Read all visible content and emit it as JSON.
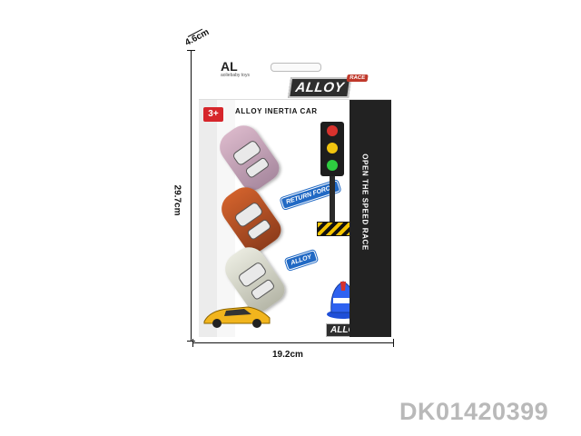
{
  "dimensions": {
    "depth": "4.6cm",
    "height": "29.7cm",
    "width": "19.2cm"
  },
  "sku": "DK01420399",
  "package": {
    "brand_mark": "AL",
    "brand_sub": "aoliebaby toys",
    "logo_word": "ALLOY",
    "logo_badge": "RACE",
    "age": "3+",
    "title": "ALLOY INERTIA CAR",
    "side_text": "OPEN THE SPEED RACE",
    "tag_return": "RETURN FORCE",
    "tag_alloy": "ALLOY",
    "bottom_logo": "ALLOY RACE"
  },
  "colors": {
    "age_badge": "#d6262b",
    "tag": "#2169c4",
    "strip": "#222222",
    "hazard": "#f4c400"
  }
}
